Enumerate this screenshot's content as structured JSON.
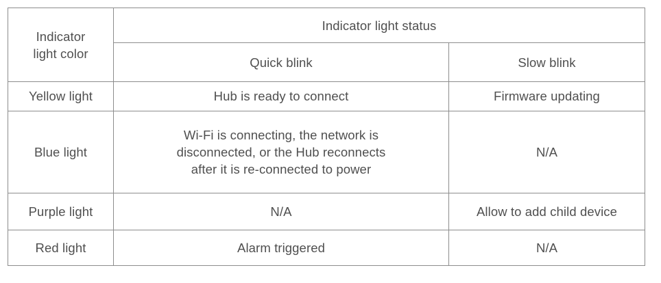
{
  "table": {
    "header": {
      "row_label_header": "Indicator\nlight color",
      "row_label_header_line1": "Indicator",
      "row_label_header_line2": "light color",
      "status_group_header": "Indicator light status",
      "sub_headers": [
        "Quick blink",
        "Slow blink"
      ]
    },
    "rows": [
      {
        "color": "Yellow light",
        "quick_blink": "Hub is ready to connect",
        "slow_blink": "Firmware updating"
      },
      {
        "color": "Blue light",
        "quick_blink": "Wi-Fi is connecting, the network is disconnected, or the Hub reconnects after it is re-connected to power",
        "quick_blink_line1": "Wi-Fi is connecting, the network is",
        "quick_blink_line2": "disconnected, or the Hub reconnects",
        "quick_blink_line3": "after it is re-connected to power",
        "slow_blink": "N/A"
      },
      {
        "color": "Purple light",
        "quick_blink": "N/A",
        "slow_blink": "Allow to add child device"
      },
      {
        "color": "Red light",
        "quick_blink": "Alarm triggered",
        "slow_blink": "N/A"
      }
    ]
  },
  "style": {
    "text_color": "#4f4f4f",
    "border_color": "#8c8c8c",
    "background": "#ffffff"
  }
}
